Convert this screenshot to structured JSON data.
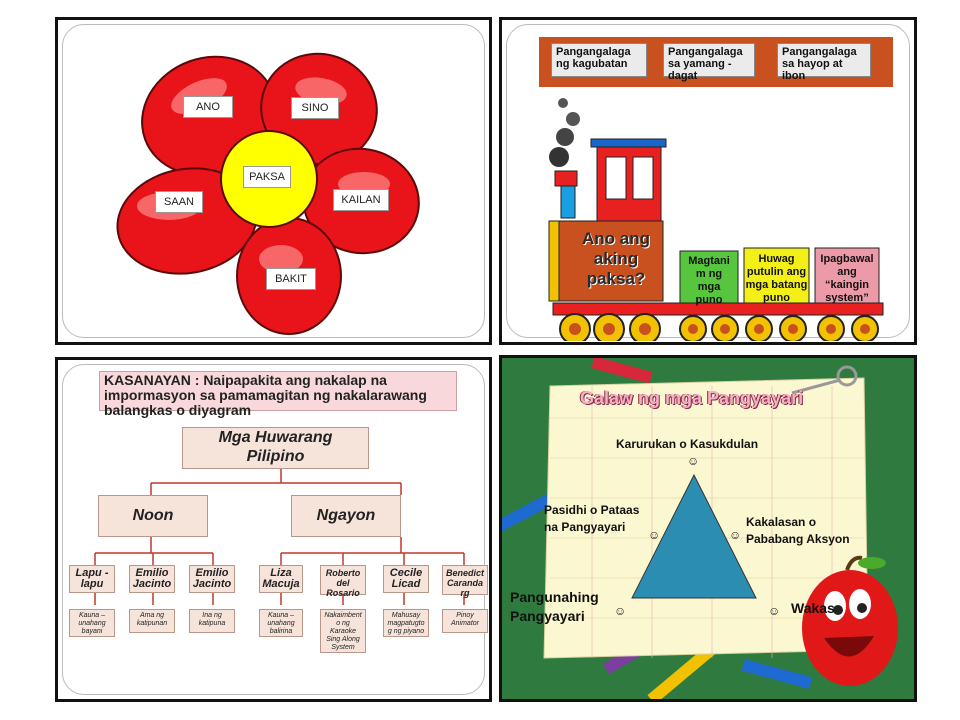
{
  "flower": {
    "center": "PAKSA",
    "petals": [
      "ANO",
      "SINO",
      "SAAN",
      "KAILAN",
      "BAKIT"
    ]
  },
  "train": {
    "header": [
      "Pangangalaga ng kagubatan",
      "Pangangalaga sa yamang - dagat",
      "Pangangalaga sa hayop at ibon"
    ],
    "engine_text": [
      "Ano ang",
      "aking",
      "paksa?"
    ],
    "wagons": [
      {
        "lines": [
          "Magtani",
          "m ng",
          "mga",
          "puno"
        ],
        "color": "#57c63e"
      },
      {
        "lines": [
          "Huwag",
          "putulin ang",
          "mga batang",
          "puno"
        ],
        "color": "#f3f018"
      },
      {
        "lines": [
          "Ipagbawal",
          "ang",
          "“kaingin",
          "system”"
        ],
        "color": "#ec9aa8"
      }
    ]
  },
  "chart": {
    "kasanayan": "KASANAYAN : Naipapakita ang nakalap na impormasyon sa pamamagitan ng nakalarawang balangkas o diyagram",
    "root": [
      "Mga Huwarang",
      "Pilipino"
    ],
    "branches": [
      "Noon",
      "Ngayon"
    ],
    "people": [
      {
        "name": [
          "Lapu -",
          "lapu"
        ],
        "desc": [
          "Kauna –",
          "unahang",
          "bayani"
        ]
      },
      {
        "name": [
          "Emilio",
          "Jacinto"
        ],
        "desc": [
          "Ama ng",
          "katipunan"
        ]
      },
      {
        "name": [
          "Emilio",
          "Jacinto"
        ],
        "desc": [
          "Ina ng",
          "katipuna"
        ]
      },
      {
        "name": [
          "Liza",
          "Macuja"
        ],
        "desc": [
          "Kauna –",
          "unahang",
          "balirina"
        ]
      },
      {
        "name": [
          "Roberto",
          "del",
          "Rosario"
        ],
        "desc": [
          "Nakaimbent",
          "o ng",
          "Karaoke",
          "Sing Along",
          "System"
        ]
      },
      {
        "name": [
          "Cecile",
          "Licad"
        ],
        "desc": [
          "Mahusay",
          "magpatugto",
          "g ng piyano"
        ]
      },
      {
        "name": [
          "Benedict",
          "Caranda",
          "rg"
        ],
        "desc": [
          "Pinoy",
          "Animator"
        ]
      }
    ]
  },
  "plot": {
    "title": "Galaw ng mga Pangyayari",
    "labels": {
      "top": "Karurukan o Kasukdulan",
      "left_mid": [
        "Pasidhi o Pataas",
        "na Pangyayari"
      ],
      "right_mid": [
        "Kakalasan o",
        "Pababang Aksyon"
      ],
      "bottom_left": [
        "Pangunahing",
        "Pangyayari"
      ],
      "bottom_right": "Wakas"
    },
    "smiley": "☺"
  }
}
